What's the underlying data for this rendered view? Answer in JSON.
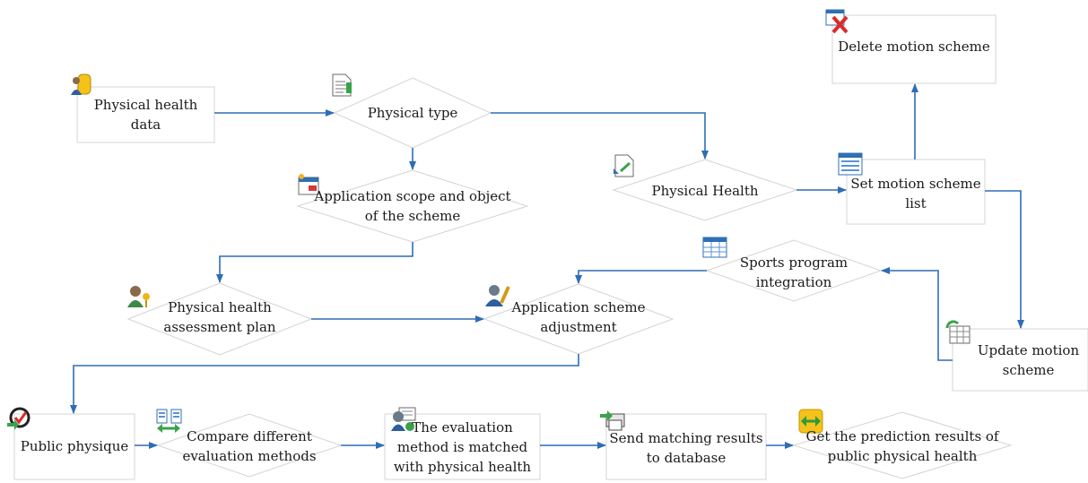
{
  "nodes": {
    "physical_health_data": {
      "label": "Physical health data"
    },
    "physical_type": {
      "label": "Physical type"
    },
    "application_scope": {
      "line1": "Application scope and object",
      "line2": "of the scheme"
    },
    "physical_health": {
      "label": "Physical Health"
    },
    "set_motion_scheme_list": {
      "line1": "Set motion scheme",
      "line2": "list"
    },
    "delete_motion_scheme": {
      "label": "Delete motion scheme"
    },
    "sports_program_integration": {
      "line1": "Sports program",
      "line2": "integration"
    },
    "physical_health_assessment_plan": {
      "line1": "Physical health",
      "line2": "assessment plan"
    },
    "application_scheme_adjustment": {
      "line1": "Application scheme",
      "line2": "adjustment"
    },
    "update_motion_scheme": {
      "line1": "Update motion",
      "line2": "scheme"
    },
    "public_physique": {
      "label": "Public physique"
    },
    "compare_evaluation_methods": {
      "line1": "Compare different",
      "line2": "evaluation methods"
    },
    "evaluation_method_matched": {
      "line1": "The evaluation",
      "line2": "method is matched",
      "line3": "with physical health"
    },
    "send_matching_results": {
      "line1": "Send matching results",
      "line2": "to database"
    },
    "get_prediction_results": {
      "line1": "Get the prediction results of",
      "line2": "public physical health"
    }
  },
  "icons": {
    "database": "database-user-icon",
    "document": "document-icon",
    "calendar": "calendar-icon",
    "refresh_document": "refresh-document-icon",
    "list": "list-icon",
    "delete": "delete-icon",
    "table": "table-icon",
    "user_key": "user-key-icon",
    "user_edit": "user-edit-icon",
    "update": "update-table-icon",
    "check": "check-arrow-icon",
    "compare": "compare-icon",
    "user_message": "user-message-icon",
    "printer": "printer-send-icon",
    "swap": "swap-arrows-icon"
  },
  "colors": {
    "arrow": "#2e6db4",
    "shape_border": "#d4d4d4",
    "text": "#1a1a1a"
  }
}
